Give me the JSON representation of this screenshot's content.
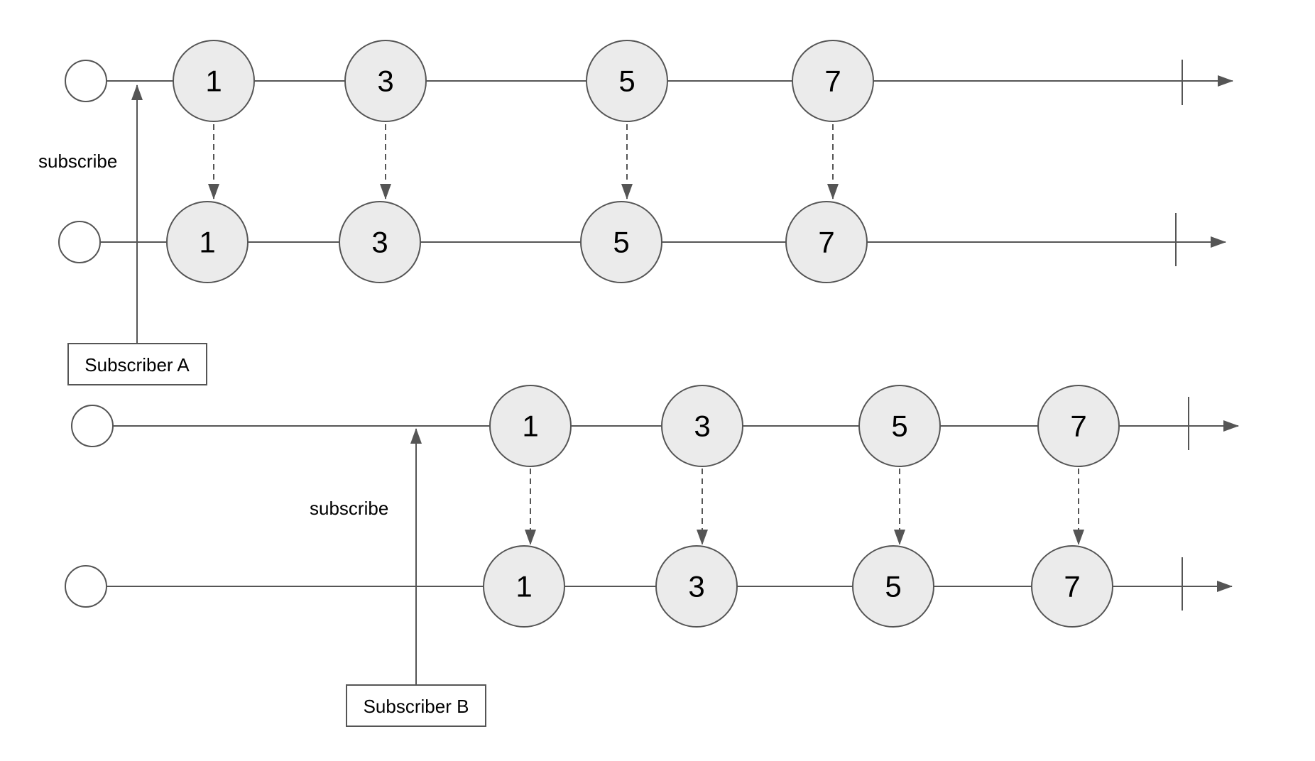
{
  "diagram": {
    "stream_a": {
      "source_values": [
        "1",
        "3",
        "5",
        "7"
      ],
      "subscriber_values": [
        "1",
        "3",
        "5",
        "7"
      ],
      "subscribe_label": "subscribe",
      "subscriber_label": "Subscriber A"
    },
    "stream_b": {
      "source_values": [
        "1",
        "3",
        "5",
        "7"
      ],
      "subscriber_values": [
        "1",
        "3",
        "5",
        "7"
      ],
      "subscribe_label": "subscribe",
      "subscriber_label": "Subscriber B"
    }
  }
}
